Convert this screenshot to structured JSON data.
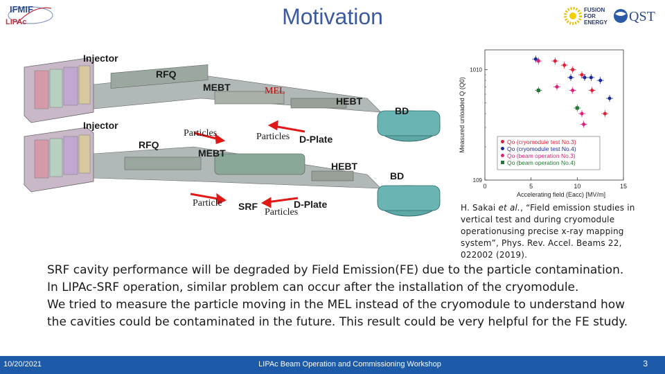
{
  "header": {
    "title": "Motivation",
    "logo_ifmif": "IFMIF",
    "logo_lipac": "LIPAc",
    "logo_f4e_lines": [
      "FUSION",
      "FOR",
      "ENERGY"
    ],
    "logo_qst": "QST"
  },
  "diagram": {
    "labels": {
      "injector_top": "Injector",
      "rfq_top": "RFQ",
      "mebt_top": "MEBT",
      "mel": "MEL",
      "hebt_top": "HEBT",
      "bd_top": "BD",
      "injector_bottom": "Injector",
      "rfq_bottom": "RFQ",
      "mebt_bottom": "MEBT",
      "dplate_top": "D-Plate",
      "hebt_bottom": "HEBT",
      "bd_bottom": "BD",
      "dplate_bottom": "D-Plate",
      "particles_1": "Particles",
      "particles_2": "Particles",
      "particle_3": "Particle",
      "srf": "SRF",
      "particles_4": "Particles"
    }
  },
  "chart_data": {
    "type": "scatter",
    "xlabel": "Accelerating field (Eacc) [MV/m]",
    "ylabel": "Measured unloaded Q (Q0)",
    "xlim": [
      0,
      15
    ],
    "xticks": [
      "0",
      "5",
      "10",
      "15"
    ],
    "yscale": "log",
    "yticks": [
      "10^9",
      "10^10"
    ],
    "legend_position": "lower-right",
    "series": [
      {
        "name": "Qo (cryomodule test No.3)",
        "color": "#e0203a",
        "points": [
          [
            7.6,
            12000000000.0
          ],
          [
            8.6,
            11000000000.0
          ],
          [
            9.5,
            10000000000.0
          ],
          [
            10.5,
            9000000000.0
          ],
          [
            11.6,
            6500000000.0
          ],
          [
            13.0,
            4000000000.0
          ]
        ]
      },
      {
        "name": "Qo (cryomodule test No.4)",
        "color": "#1a2a9a",
        "points": [
          [
            5.5,
            12500000000.0
          ],
          [
            9.3,
            8500000000.0
          ],
          [
            10.8,
            8500000000.0
          ],
          [
            11.5,
            8500000000.0
          ],
          [
            12.5,
            8000000000.0
          ],
          [
            13.5,
            5500000000.0
          ]
        ]
      },
      {
        "name": "Qo (beam operation No.3)",
        "color": "#e0207a",
        "points": [
          [
            5.8,
            12000000000.0
          ],
          [
            7.8,
            7000000000.0
          ],
          [
            9.5,
            6500000000.0
          ],
          [
            10.5,
            4000000000.0
          ],
          [
            10.7,
            3200000000.0
          ]
        ]
      },
      {
        "name": "Qo (beam operation No.4)",
        "color": "#207a30",
        "points": [
          [
            5.8,
            6500000000.0
          ],
          [
            10.0,
            4500000000.0
          ]
        ]
      }
    ]
  },
  "reference": {
    "authors": "H. Sakai ",
    "etal": "et al.",
    "rest": ", “Field emission studies in vertical test and during cryomodule operationusing precise x-ray mapping system”, Phys. Rev. Accel. Beams 22, 022002 (2019)."
  },
  "body": {
    "lines": [
      "SRF cavity performance will be degraded by Field Emission(FE) due to the particle contamination.",
      "In LIPAc-SRF operation, similar problem can occur after the installation of the cryomodule.",
      "We tried to measure the particle moving in the MEL instead of the cryomodule to understand how the cavities could be contaminated in the future. This result could be very helpful for the FE study."
    ]
  },
  "footer": {
    "date": "10/20/2021",
    "workshop": "LIPAc Beam Operation and Commissioning Workshop",
    "page": "3"
  }
}
